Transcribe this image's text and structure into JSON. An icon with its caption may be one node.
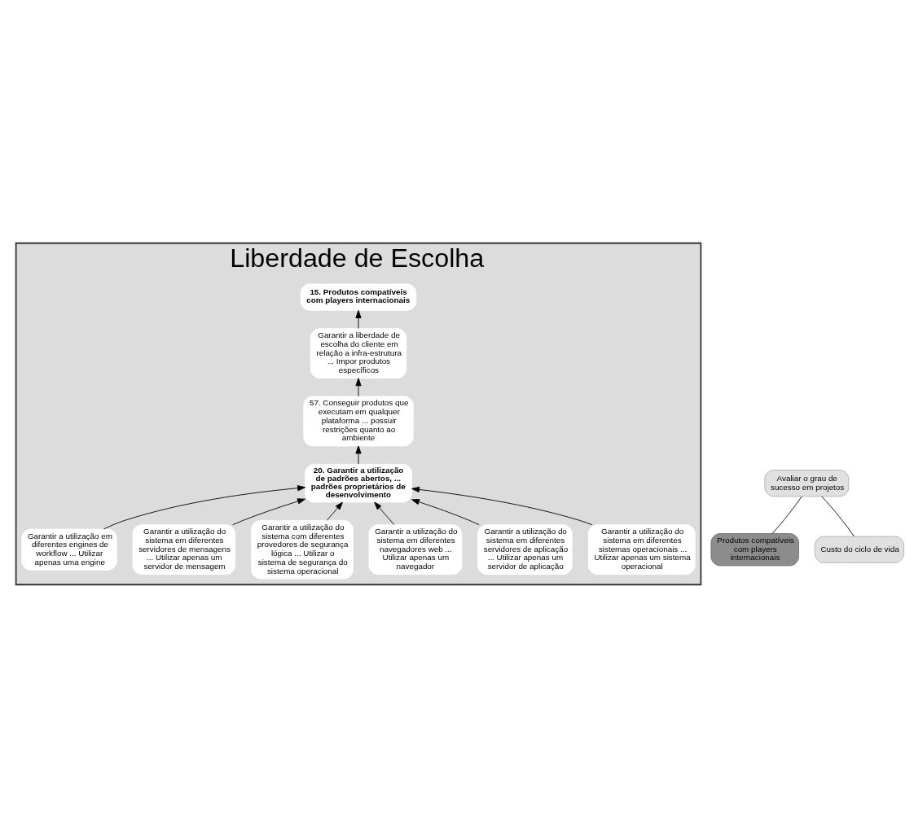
{
  "diagram": {
    "nodes": [
      {
        "text": [
          "Liberdade de Escolha"
        ]
      },
      {
        "text": [
          "15. Produtos compatíveis com players internacionais"
        ],
        "in": 0
      },
      {
        "text": [
          "Garantir a liberdade de escolha do cliente em relação a infra-estrutura ... Impor produtos específicos"
        ],
        "in": 0
      },
      {
        "text": [
          "57. Conseguir produtos que executam em qualquer plataforma ... possuir restrições quanto ao ambiente"
        ],
        "in": 0
      },
      {
        "text": [
          "20. Garantir a utilização de padrões abertos, ... padrões proprietários de desenvolvimento"
        ],
        "in": 0
      },
      {
        "text": [
          "Garantir a utilização do sistema em diferentes sistemas operacionais ... Utilizar apenas um sistema operacional"
        ],
        "in": 0
      },
      {
        "text": [
          "Garantir a utilização do sistema em diferentes servidores de aplicação ... Utilizar apenas um servidor de aplicação"
        ],
        "in": 0
      },
      {
        "text": [
          "Garantir a utilização do sistema em diferentes navegadores web ... Utilizar apenas um navegador"
        ],
        "in": 0
      },
      {
        "text": [
          "Garantir a utilização do sistema com diferentes provedores de segurança lógica ... Utilizar o sistema de segurança do sistema operacional"
        ],
        "in": 0
      },
      {
        "text": [
          "Garantir a utilização do sistema em diferentes servidores de mensagens ... Utilizar apenas um servidor de mensagem"
        ],
        "in": 0
      },
      {
        "text": [
          "Garantir a utilização em diferentes engines de workflow ... Utilizar apenas uma engine"
        ],
        "in": 0
      },
      {
        "text": [
          "Avaliar o grau de sucesso em projetos"
        ]
      },
      {
        "text": [
          "Produtos compatíveis com players internacionais"
        ]
      },
      {
        "text": [
          "Custo do ciclo de vida"
        ]
      }
    ],
    "edges": [
      {
        "from": 2,
        "to": 1,
        "arrow": "to"
      },
      {
        "from": 3,
        "to": 2,
        "arrow": "to"
      },
      {
        "from": 4,
        "to": 3,
        "arrow": "to"
      },
      {
        "from": 5,
        "to": 4,
        "arrow": "to"
      },
      {
        "from": 6,
        "to": 4,
        "arrow": "to"
      },
      {
        "from": 7,
        "to": 4,
        "arrow": "to"
      },
      {
        "from": 8,
        "to": 4,
        "arrow": "to"
      },
      {
        "from": 9,
        "to": 4,
        "arrow": "to"
      },
      {
        "from": 10,
        "to": 4,
        "arrow": "to"
      },
      {
        "from": 11,
        "to": 12,
        "arrow": "none"
      },
      {
        "from": 11,
        "to": 13,
        "arrow": "none"
      }
    ]
  }
}
